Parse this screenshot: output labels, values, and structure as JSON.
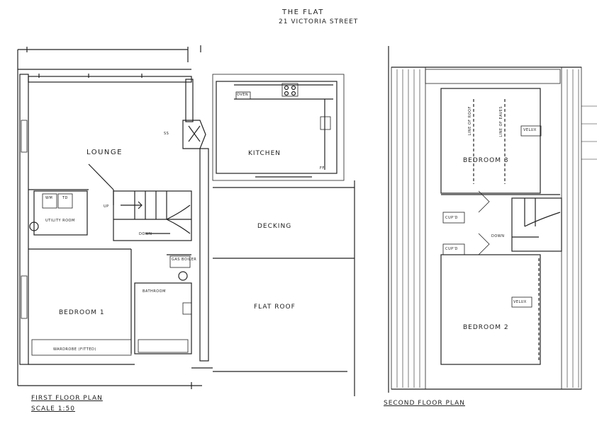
{
  "header": {
    "title": "THE FLAT",
    "address": "21 VICTORIA STREET"
  },
  "first_floor": {
    "title": "FIRST FLOOR PLAN",
    "scale": "SCALE 1:50",
    "rooms": {
      "lounge": "LOUNGE",
      "kitchen": "KITCHEN",
      "utility": "UTILITY ROOM",
      "bedroom1": "BEDROOM 1",
      "bathroom": "BATHROOM",
      "decking": "DECKING",
      "flat_roof": "FLAT ROOF",
      "wardrobe": "WARDROBE (FITTED)"
    },
    "annotations": {
      "up": "UP",
      "down": "DOWN",
      "oven": "OVEN",
      "ff": "FF",
      "wm": "WM",
      "td": "TD",
      "gas_boiler": "GAS BOILER",
      "ss": "SS"
    }
  },
  "second_floor": {
    "title": "SECOND FLOOR PLAN",
    "rooms": {
      "bedroom3": "BEDROOM 3",
      "bedroom2": "BEDROOM 2"
    },
    "annotations": {
      "velux": "VELUX",
      "line_of_roof": "LINE OF ROOF",
      "line_of_eaves": "LINE OF EAVES",
      "cupd1": "CUP'D",
      "cupd2": "CUP'D",
      "down": "DOWN"
    }
  }
}
